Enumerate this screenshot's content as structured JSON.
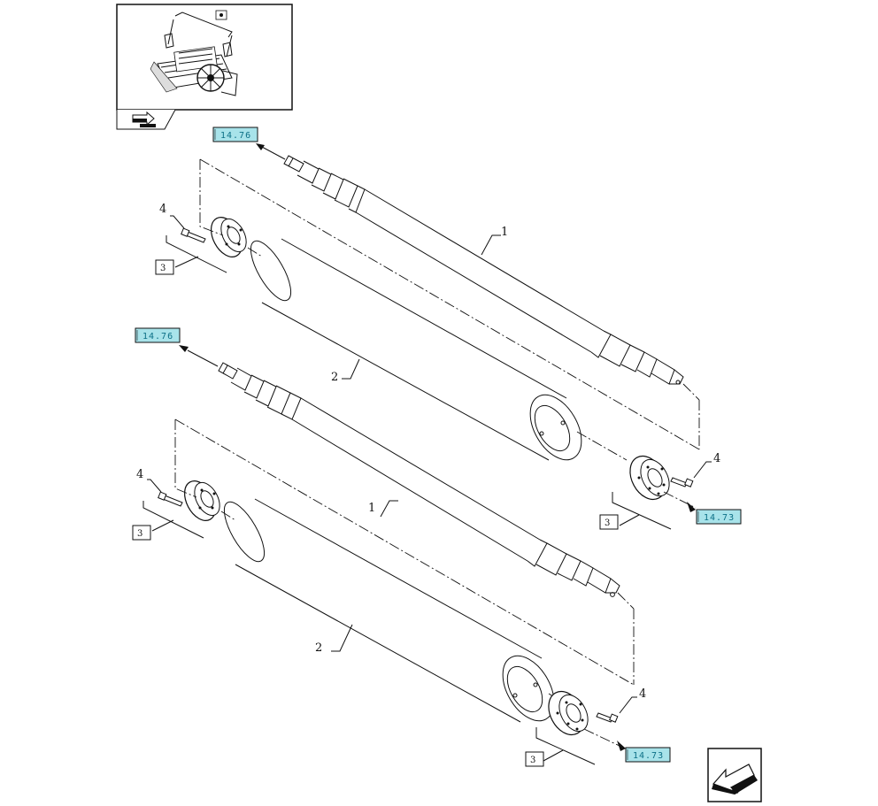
{
  "diagram": {
    "refs": {
      "upper_left": "14.76",
      "lower_left": "14.76",
      "upper_right": "14.73",
      "lower_right": "14.73"
    },
    "upper_assembly": {
      "shaft": "1",
      "roller": "2",
      "flange_left": "3",
      "flange_right": "3",
      "bolt_left": "4",
      "bolt_right": "4"
    },
    "lower_assembly": {
      "shaft": "1",
      "roller": "2",
      "flange_left": "3",
      "flange_right": "3",
      "bolt_left": "4",
      "bolt_right": "4"
    },
    "colors": {
      "ref_fill": "#a8e3ea",
      "ref_text": "#0c6f86",
      "line": "#111111"
    },
    "icons": [
      "machine-thumbnail-icon",
      "view-direction-icon",
      "next-page-arrow-icon"
    ]
  }
}
